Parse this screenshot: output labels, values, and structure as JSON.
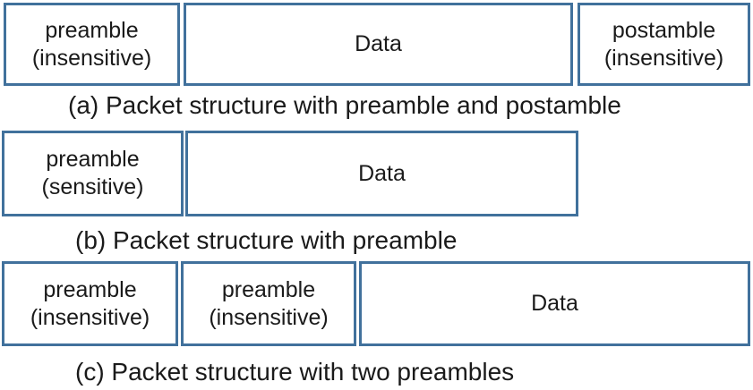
{
  "figure": {
    "rows": [
      {
        "id": "a",
        "caption": "(a) Packet structure with preamble and postamble",
        "boxes": [
          {
            "lines": [
              "preamble",
              "(insensitive)"
            ]
          },
          {
            "lines": [
              "Data"
            ]
          },
          {
            "lines": [
              "postamble",
              "(insensitive)"
            ]
          }
        ]
      },
      {
        "id": "b",
        "caption": "(b) Packet structure with preamble",
        "boxes": [
          {
            "lines": [
              "preamble",
              "(sensitive)"
            ]
          },
          {
            "lines": [
              "Data"
            ]
          }
        ]
      },
      {
        "id": "c",
        "caption": "(c) Packet structure with two preambles",
        "boxes": [
          {
            "lines": [
              "preamble",
              "(insensitive)"
            ]
          },
          {
            "lines": [
              "preamble",
              "(insensitive)"
            ]
          },
          {
            "lines": [
              "Data"
            ]
          }
        ]
      }
    ],
    "colors": {
      "box_border": "#41719C",
      "text": "#1a1a1a",
      "background": "#ffffff"
    }
  }
}
